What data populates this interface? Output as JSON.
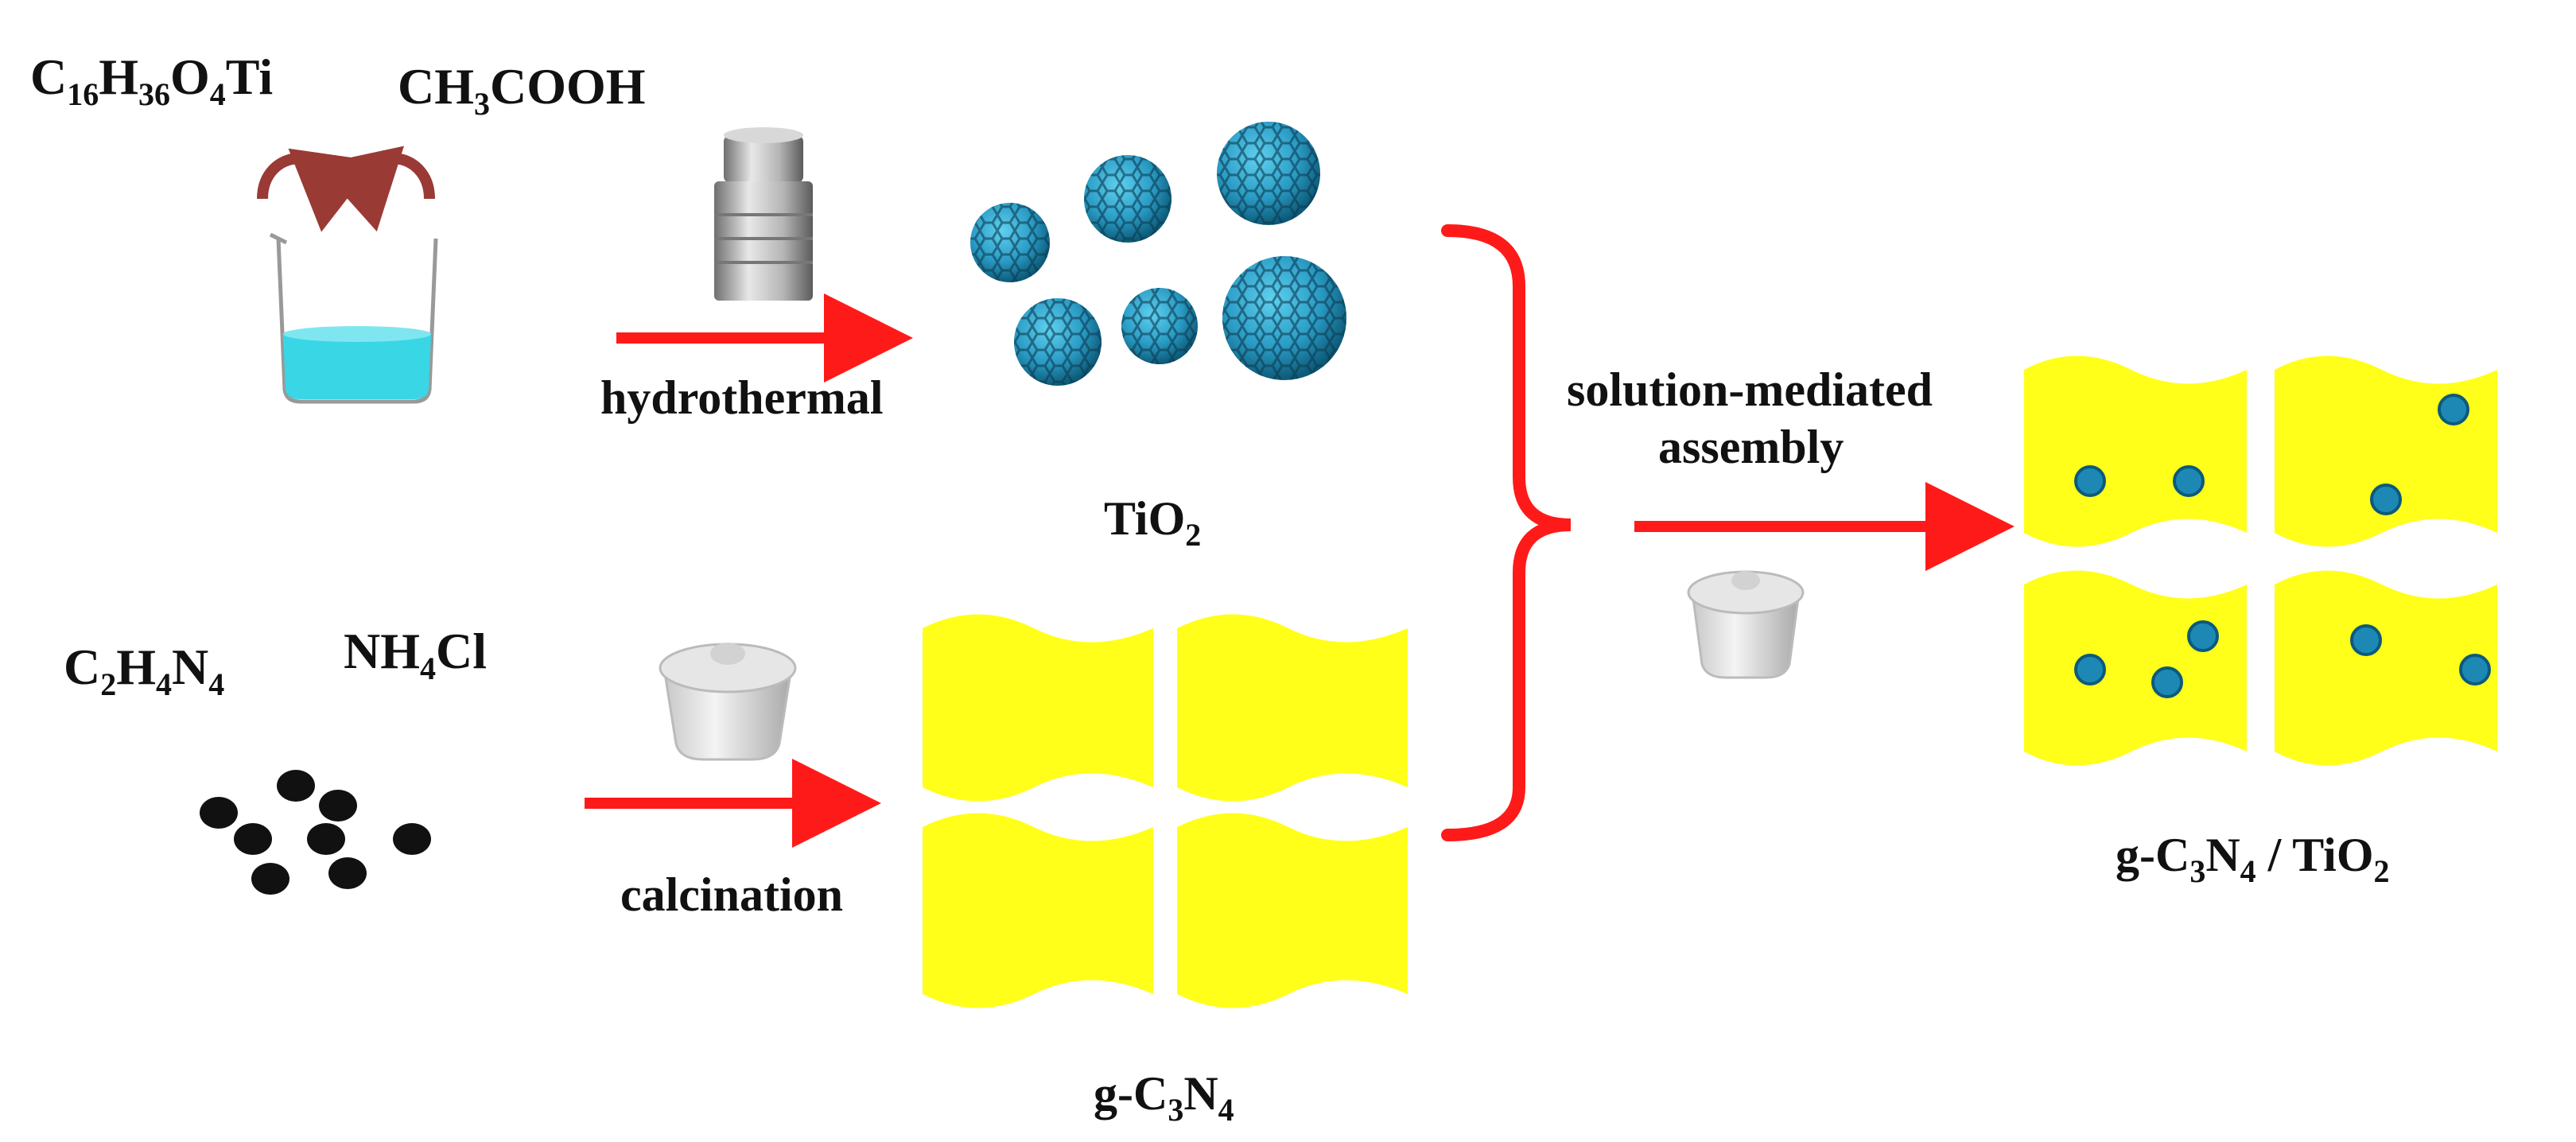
{
  "precursors_top": {
    "reagent_a": {
      "base": [
        "C",
        "H",
        "O",
        "Ti"
      ],
      "subs": [
        "16",
        "36",
        "4",
        ""
      ]
    },
    "reagent_b": {
      "base": [
        "CH",
        "COOH"
      ],
      "subs": [
        "3",
        ""
      ]
    }
  },
  "precursors_bottom": {
    "reagent_a": {
      "base": [
        "C",
        "H",
        "N"
      ],
      "subs": [
        "2",
        "4",
        "4"
      ]
    },
    "reagent_b": {
      "base": [
        "NH",
        "Cl"
      ],
      "subs": [
        "4",
        ""
      ]
    }
  },
  "steps": {
    "hydrothermal": "hydrothermal",
    "calcination": "calcination",
    "assembly_line1": "solution-mediated",
    "assembly_line2": "assembly"
  },
  "products": {
    "tio2": {
      "base": [
        "TiO"
      ],
      "subs": [
        "2"
      ]
    },
    "gc3n4": {
      "base": [
        "g-C",
        "N"
      ],
      "subs": [
        "3",
        "4"
      ]
    },
    "composite": {
      "base": [
        "g-C",
        "N",
        " / TiO"
      ],
      "subs": [
        "3",
        "4",
        "2"
      ]
    }
  },
  "colors": {
    "arrow": "#ff1a1a",
    "brace": "#ff1a1a",
    "curved_arrow": "#9a3a35",
    "sheet": "#ffff1a",
    "sphere": "#2a9bc4",
    "dot": "#1e88b5",
    "precursor_dot": "#111111",
    "solution": "#39d6e6"
  },
  "icons": [
    "curved-arrow-icon",
    "beaker-icon",
    "autoclave-icon",
    "crucible-icon",
    "tio2-sphere-icon",
    "gc3n4-sheet-icon",
    "brace-icon"
  ]
}
